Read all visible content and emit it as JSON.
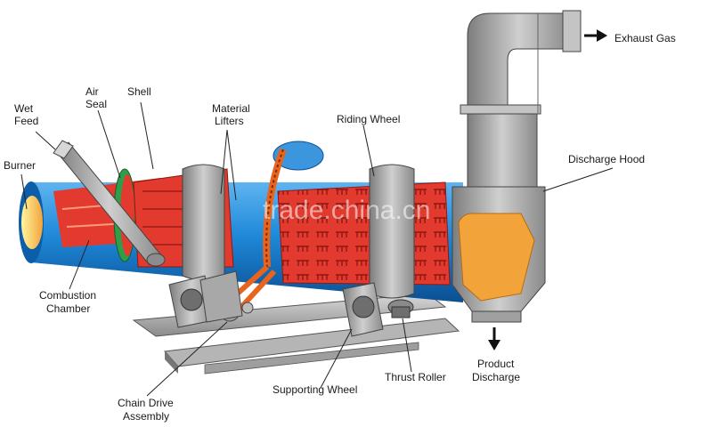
{
  "labels": {
    "wet_feed": [
      "Wet",
      "Feed"
    ],
    "air_seal": [
      "Air",
      "Seal"
    ],
    "shell": "Shell",
    "material_lifters": [
      "Material",
      "Lifters"
    ],
    "riding_wheel": "Riding Wheel",
    "exhaust_gas": "Exhaust Gas",
    "discharge_hood": "Discharge Hood",
    "burner": "Burner",
    "combustion_chamber": [
      "Combustion",
      "Chamber"
    ],
    "chain_drive_assembly": [
      "Chain Drive",
      "Assembly"
    ],
    "supporting_wheel": "Supporting Wheel",
    "thrust_roller": "Thrust Roller",
    "product_discharge": [
      "Product",
      "Discharge"
    ]
  },
  "watermark": "trade.china.cn",
  "colors": {
    "shell_blue": "#1e88d8",
    "lining_red": "#e23a2e",
    "hood_gray": "#9a9a9a",
    "flame_orange": "#f2a33a",
    "chain_orange": "#e8641e"
  }
}
